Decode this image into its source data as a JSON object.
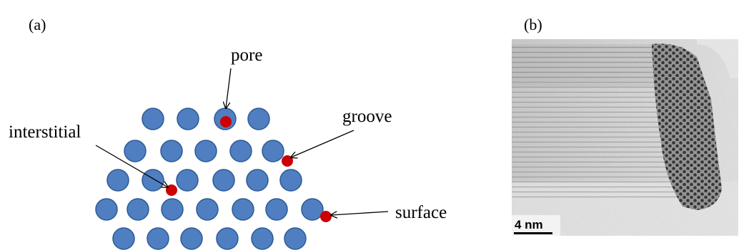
{
  "panel_a": {
    "tag": "(a)",
    "labels": {
      "pore": "pore",
      "groove": "groove",
      "interstitial": "interstitial",
      "surface": "surface"
    },
    "colors": {
      "atom_fill": "#4f7fc0",
      "atom_stroke": "#2d5a92",
      "site_fill": "#cc0000",
      "arrow": "#000000"
    }
  },
  "panel_b": {
    "tag": "(b)",
    "scale_bar": "4 nm",
    "image_description_icon": "tem-micrograph-image"
  }
}
